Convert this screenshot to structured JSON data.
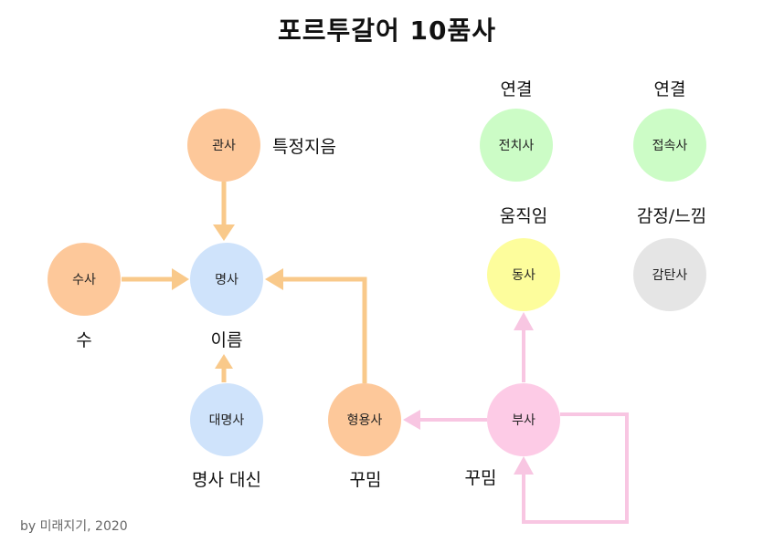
{
  "title": "포르투갈어 10품사",
  "credit": "by 미래지기, 2020",
  "colors": {
    "orange": "#fdc89a",
    "blue": "#cfe3fb",
    "green": "#ccfcc6",
    "yellow": "#fdfd9c",
    "pink": "#fdcbe6",
    "gray": "#e5e5e5",
    "arrow_orange": "#f9c98a",
    "arrow_pink": "#f8c6e2"
  },
  "nodes": {
    "gwansa": "관사",
    "susa": "수사",
    "myeongsa": "명사",
    "daemyeongsa": "대명사",
    "hyeongyongsa": "형용사",
    "busa": "부사",
    "dongsa": "동사",
    "jeonchisa": "전치사",
    "jeopsoksa": "접속사",
    "gamtansa": "감탄사"
  },
  "labels": {
    "gwansa": "특정지음",
    "susa": "수",
    "myeongsa": "이름",
    "daemyeongsa": "명사 대신",
    "hyeongyongsa": "꾸밈",
    "busa": "꾸밈",
    "dongsa": "움직임",
    "jeonchisa": "연결",
    "jeopsoksa": "연결",
    "gamtansa": "감정/느낌"
  }
}
